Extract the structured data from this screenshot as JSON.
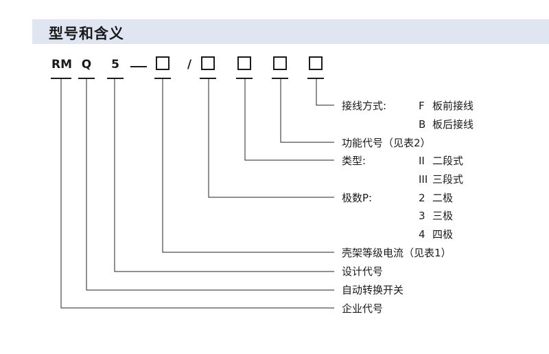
{
  "header": {
    "title": "型号和含义"
  },
  "code": {
    "rm": "RM",
    "q": "Q",
    "five": "5",
    "slash": "/"
  },
  "labels": {
    "wiring_title": "接线方式:",
    "wiring_f_code": "F",
    "wiring_f_text": "板前接线",
    "wiring_b_code": "B",
    "wiring_b_text": "板后接线",
    "function_code": "功能代号（见表2）",
    "type_title": "类型:",
    "type_ii_code": "II",
    "type_ii_text": "二段式",
    "type_iii_code": "III",
    "type_iii_text": "三段式",
    "poles_title": "极数P:",
    "poles_2_code": "2",
    "poles_2_text": "二极",
    "poles_3_code": "3",
    "poles_3_text": "三极",
    "poles_4_code": "4",
    "poles_4_text": "四极",
    "frame_current": "壳架等级电流（见表1）",
    "design_code": "设计代号",
    "ats": "自动转换开关",
    "enterprise_code": "企业代号"
  }
}
